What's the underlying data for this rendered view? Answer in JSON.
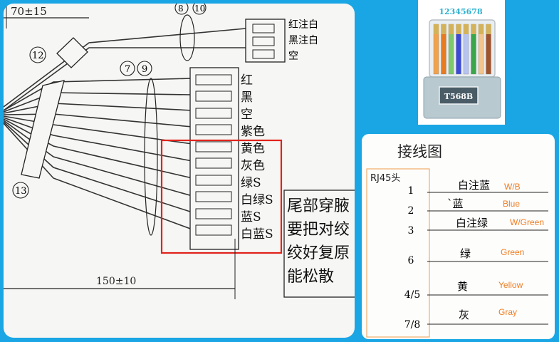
{
  "left_panel": {
    "dim_top": "70±15",
    "dim_bottom": "150±10",
    "callouts": [
      "8",
      "10",
      "12",
      "7",
      "9",
      "13"
    ],
    "top_connector_labels": [
      "红注白",
      "黑注白",
      "空"
    ],
    "main_connector_labels": [
      "红",
      "黑",
      "空",
      "紫色",
      "黄色",
      "灰色",
      "绿S",
      "白绿S",
      "蓝S",
      "白蓝S"
    ],
    "note_lines": [
      "尾部穿腋",
      "要把对绞",
      "绞好复原",
      "能松散"
    ]
  },
  "rj45": {
    "pin_numbers": "12345678",
    "label": "T568B",
    "wire_colors": [
      "#f2a24b",
      "#e87a1f",
      "#7ec96a",
      "#3b4bd6",
      "#b6c3f0",
      "#3aa64a",
      "#f3c48c",
      "#a0522d"
    ]
  },
  "wiring": {
    "title": "接线图",
    "header": "RJ45头",
    "rows": [
      {
        "pin": "1",
        "cn": "白注蓝",
        "en": "W/B"
      },
      {
        "pin": "2",
        "cn": "`蓝",
        "en": "Blue"
      },
      {
        "pin": "3",
        "cn": "白注绿",
        "en": "W/Green"
      },
      {
        "pin": "6",
        "cn": "绿",
        "en": "Green"
      },
      {
        "pin": "4/5",
        "cn": "黄",
        "en": "Yellow"
      },
      {
        "pin": "7/8",
        "cn": "灰",
        "en": "Gray"
      }
    ]
  }
}
